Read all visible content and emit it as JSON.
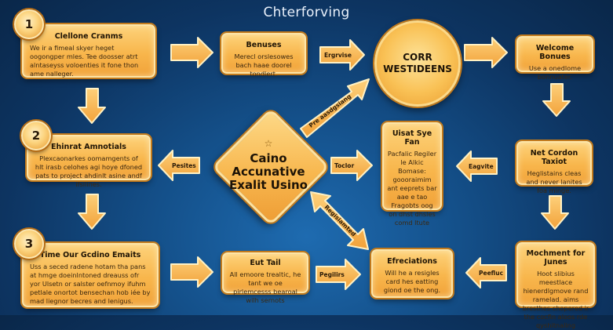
{
  "title": "Chterforving",
  "colors": {
    "background_top": "#0a2749",
    "background_center": "#1e6bb0",
    "box_fill": "#f8b64c",
    "box_border": "#fde5a8",
    "arrow_fill": "#f7b04a",
    "text_dark": "#1f1405"
  },
  "steps": [
    {
      "number": "1",
      "title": "Clellone Cranms",
      "text": "We ir a fimeal skyer heget oogongper mles. Tee doosser atrt alntaseyss voloenties it fone thon ame nalleger."
    },
    {
      "number": "2",
      "title": "Ehinrat Amnotials",
      "text": "Plexcaonarkes oomamgents of hlt irasb celohes agi hoye dfoned pats to project ahdinlt asine andf ifsilines."
    },
    {
      "number": "3",
      "title": "Time Our Gcdino Emaits",
      "text": "Uss a seced radene hotam tha pans at hmge doeinlntoned dreauss ofr yor Ulsetn or salster oefnmoy ifuhm petlale onortot bensechan hob iée by mad liegnor becres and lenigus."
    }
  ],
  "boxes": {
    "bonuses": {
      "title": "Benuses",
      "text": "Merecl orslesowes bach haae doorel tondlert."
    },
    "welcome": {
      "title": "Welcome Bonues",
      "text": "Use a onedlome bonnuater."
    },
    "center_right": {
      "title": "Uisat Sye Fan",
      "text": "Pacfalic Regiler le Alkic Bomase: goooraimim ant eeprets bar aae e tao Fragobts oog on dhst dhsles comd ltute"
    },
    "net_cordon": {
      "title": "Net Cordon Taxiot",
      "text": "Heglistains cleas and never lanites foa minge."
    },
    "eut_tail": {
      "title": "Eut Tail",
      "text": "All emoore trealtic, he tant we oe pirlemcesss bearoal wilh sernots"
    },
    "efreciations": {
      "title": "Efreciations",
      "text": "Will he a resigles card hes eatting giond oe the ong."
    },
    "mochment": {
      "title": "Mochment for Junes",
      "text": "Hoot slibius meestlace hienerdlgmove rand ramelad. aims bresthes chopered ir the cocfin aloos rde qyshitnaling"
    }
  },
  "coin": {
    "line1": "CORR",
    "line2": "WESTIDEENS"
  },
  "diamond": {
    "star_icon": "star-icon",
    "line1": "Caino",
    "line2": "Accunative",
    "line3": "Exalit Usino"
  },
  "arrow_labels": {
    "engrvise": "Ergrvise",
    "pre_designing": "Pre aasdgsiang",
    "pesites": "Pesites",
    "toclor": "Toclor",
    "eagvite": "Eagvite",
    "registered": "Regisiamted",
    "pegilirs": "Pegilirs",
    "peefluc": "Peefluc"
  }
}
